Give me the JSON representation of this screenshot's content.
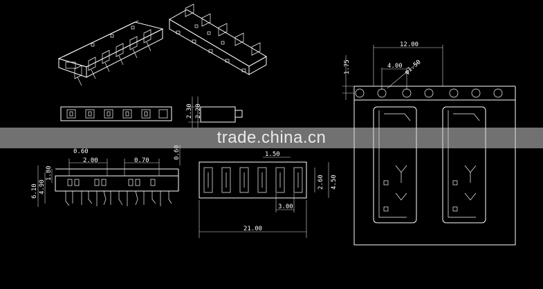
{
  "drawing": {
    "dimensions": {
      "tape_pitch": "12.00",
      "tape_hole_offset": "1.75",
      "sprocket_pitch": "4.00",
      "sprocket_hole_dia": "φ1.50",
      "front_height_a": "2.30",
      "front_height_b": "2.20",
      "side_pitch": "2.00",
      "side_small": "0.70",
      "side_h1": "1.80",
      "side_h2": "4.90",
      "side_h3": "6.10",
      "top_offset": "0.60",
      "top_slot_w": "1.50",
      "top_slot_h": "2.60",
      "top_total_h": "4.50",
      "top_pitch": "3.00",
      "top_length": "21.00",
      "side_top": "0.60"
    }
  },
  "watermark": {
    "text": "trade.china.cn"
  }
}
